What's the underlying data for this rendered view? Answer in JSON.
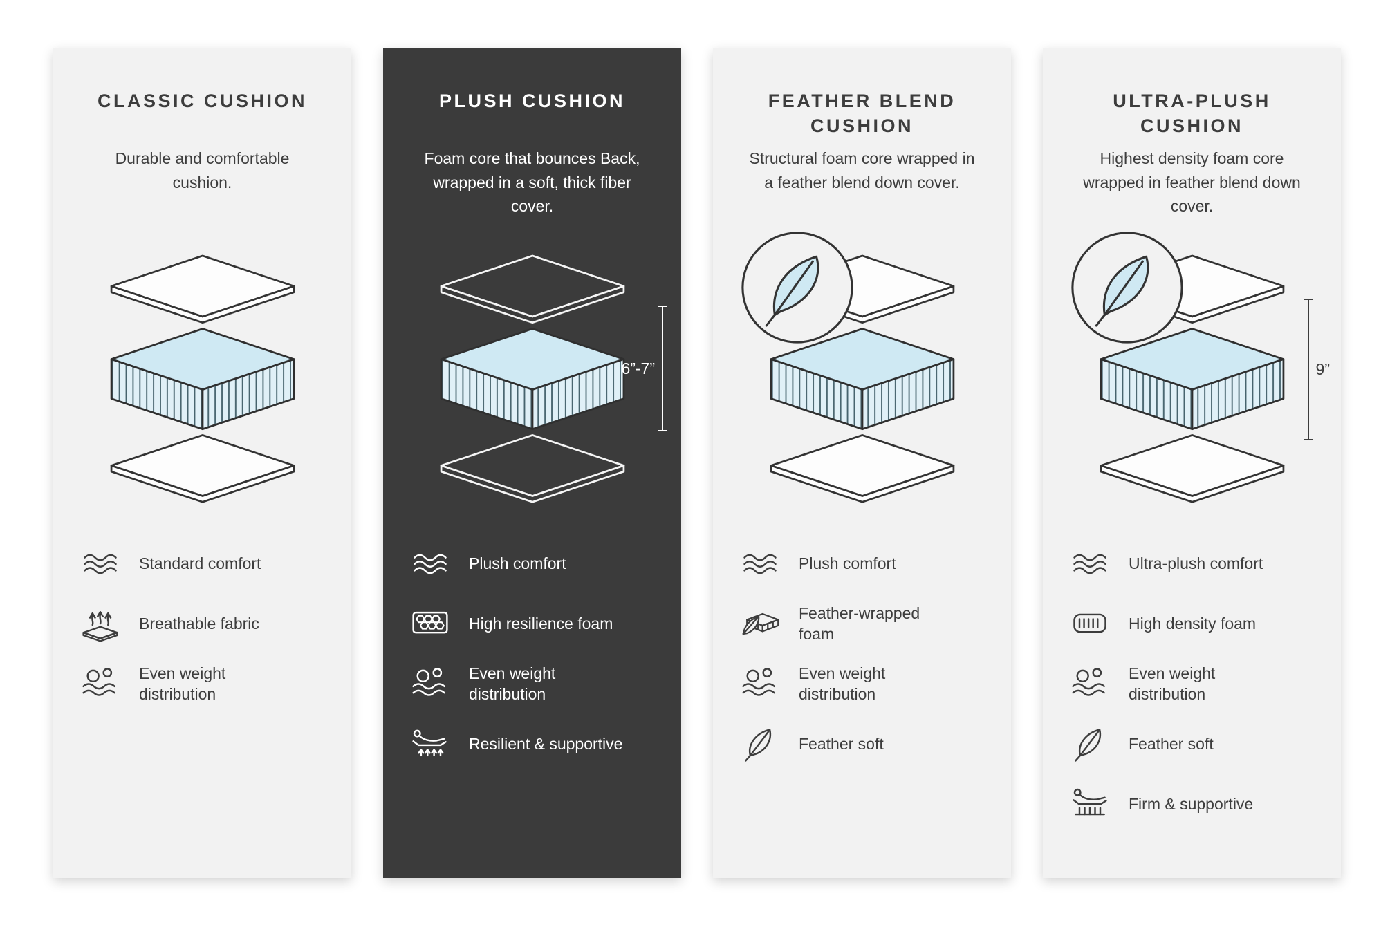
{
  "colors": {
    "page_background": "#ffffff",
    "card_light_bg": "#f2f2f2",
    "card_dark_bg": "#3b3b3b",
    "foam_fill": "#cfe9f3",
    "text_dark": "#3d3d3d",
    "text_light": "#ffffff"
  },
  "cards": [
    {
      "id": "classic",
      "theme": "light",
      "title": "CLASSIC CUSHION",
      "description": "Durable and comfortable cushion.",
      "measurement": "",
      "has_feather_badge": false,
      "features": [
        {
          "icon": "waves-icon",
          "label": "Standard comfort"
        },
        {
          "icon": "breathable-fabric-icon",
          "label": "Breathable fabric"
        },
        {
          "icon": "even-weight-icon",
          "label": "Even weight distribution"
        }
      ]
    },
    {
      "id": "plush",
      "theme": "dark",
      "title": "PLUSH CUSHION",
      "description": "Foam core that bounces Back, wrapped in a soft, thick fiber cover.",
      "measurement": "6”-7”",
      "has_feather_badge": false,
      "features": [
        {
          "icon": "waves-icon",
          "label": "Plush comfort"
        },
        {
          "icon": "honeycomb-foam-icon",
          "label": "High resilience foam"
        },
        {
          "icon": "even-weight-icon",
          "label": "Even weight distribution"
        },
        {
          "icon": "resilient-supportive-icon",
          "label": "Resilient & supportive"
        }
      ]
    },
    {
      "id": "feather-blend",
      "theme": "light",
      "title": "FEATHER BLEND CUSHION",
      "description": "Structural foam core wrapped in a feather blend down cover.",
      "measurement": "",
      "has_feather_badge": true,
      "features": [
        {
          "icon": "waves-icon",
          "label": "Plush comfort"
        },
        {
          "icon": "feather-wrapped-foam-icon",
          "label": "Feather-wrapped foam"
        },
        {
          "icon": "even-weight-icon",
          "label": "Even weight distribution"
        },
        {
          "icon": "feather-icon",
          "label": "Feather soft"
        }
      ]
    },
    {
      "id": "ultra-plush",
      "theme": "light",
      "title": "ULTRA-PLUSH CUSHION",
      "description": "Highest density foam core wrapped in feather blend down cover.",
      "measurement": "9”",
      "has_feather_badge": true,
      "features": [
        {
          "icon": "waves-icon",
          "label": "Ultra-plush comfort"
        },
        {
          "icon": "high-density-foam-icon",
          "label": "High density foam"
        },
        {
          "icon": "even-weight-icon",
          "label": "Even weight distribution"
        },
        {
          "icon": "feather-icon",
          "label": "Feather soft"
        },
        {
          "icon": "firm-supportive-icon",
          "label": "Firm & supportive"
        }
      ]
    }
  ]
}
